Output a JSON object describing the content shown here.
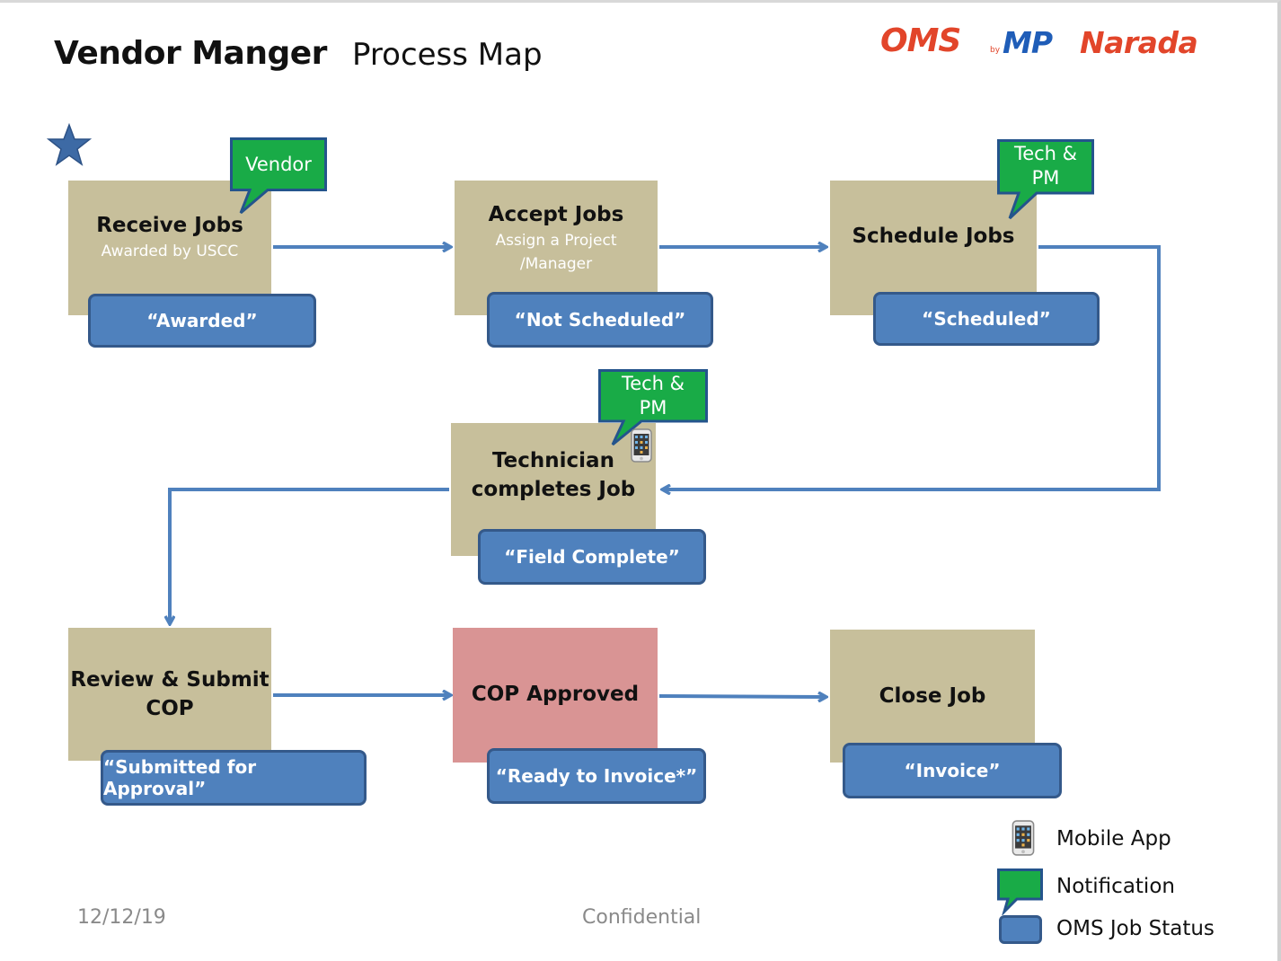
{
  "header": {
    "title": "Vendor Manger",
    "subtitle": "Process Map",
    "logo": {
      "oms": "OMS",
      "by": "by",
      "mp": "MP",
      "narada": "Narada"
    }
  },
  "colors": {
    "process_box": "#c7bf9b",
    "approval_box": "#d99494",
    "status": "#4f81bd",
    "notification": "#19ab47",
    "arrow": "#4f81bd",
    "logo_orange": "#e2452a",
    "logo_blue": "#1f5db8"
  },
  "steps": [
    {
      "name": "Receive Jobs",
      "detail": "Awarded by USCC",
      "status": "“Awarded”",
      "notification": "Vendor"
    },
    {
      "name": "Accept Jobs",
      "detail_line1": "Assign a Project",
      "detail_line2": "/Manager",
      "status": "“Not Scheduled”"
    },
    {
      "name": "Schedule Jobs",
      "status": "“Scheduled”",
      "notification_line1": "Tech &",
      "notification_line2": "PM"
    },
    {
      "name_line1": "Technician",
      "name_line2": "completes Job",
      "status": "“Field Complete”",
      "notification_line1": "Tech &",
      "notification_line2": "PM",
      "icon": "mobile-phone-icon"
    },
    {
      "name_line1": "Review & Submit",
      "name_line2": "COP",
      "status": "“Submitted for Approval”"
    },
    {
      "name": "COP Approved",
      "status": "“Ready to Invoice*”"
    },
    {
      "name": "Close Job",
      "status": "“Invoice”"
    }
  ],
  "legend": {
    "mobile_app": "Mobile App",
    "notification": "Notification",
    "status": "OMS Job Status"
  },
  "footer": {
    "date": "12/12/19",
    "confidential": "Confidential"
  }
}
